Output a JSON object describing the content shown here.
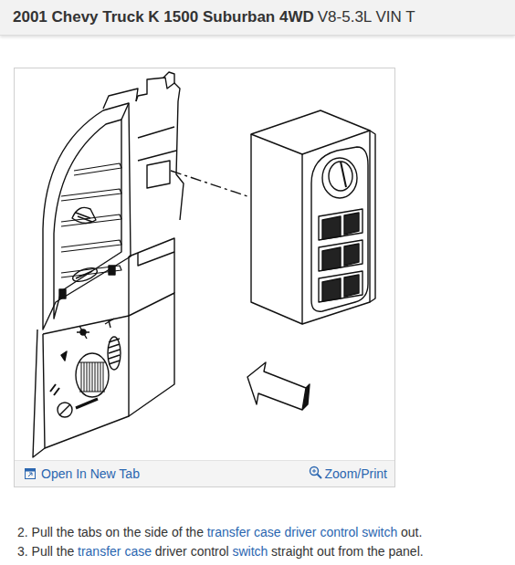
{
  "diagram": {
    "title": "2001 Chevy Truck K 1500 Suburban 4WD",
    "labels": [
      "V8-5.3L VIN T",
      "Open In New Tab",
      "Zoom/Print",
      "2. Pull the tabs on the side of the",
      "transfer case driver control switch",
      "out.",
      "3. Pull the",
      "transfer case",
      "driver control",
      "switch",
      "straight out from the panel."
    ]
  }
}
